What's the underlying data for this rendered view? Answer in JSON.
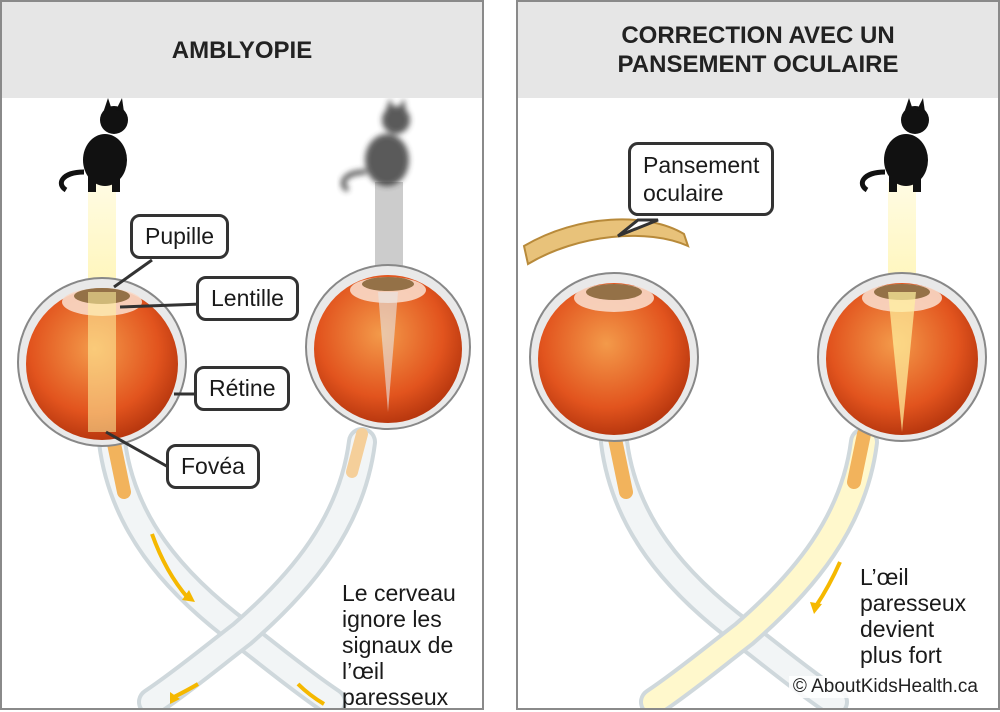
{
  "left_panel": {
    "title": "AMBLYOPIE",
    "labels": {
      "pupil": "Pupille",
      "lens": "Lentille",
      "retina": "Rétine",
      "fovea": "Fovéa"
    },
    "note": [
      "Le cerveau",
      "ignore les",
      "signaux de",
      "l’œil",
      "paresseux"
    ]
  },
  "right_panel": {
    "title_lines": [
      "CORRECTION AVEC UN",
      "PANSEMENT OCULAIRE"
    ],
    "patch_label": [
      "Pansement",
      "oculaire"
    ],
    "note": [
      "L’œil",
      "paresseux",
      "devient",
      "plus fort"
    ]
  },
  "copyright": "© AboutKidsHealth.ca",
  "colors": {
    "eyeball": "#e2541e",
    "light_beam": "#fff6b0",
    "arrow": "#f5b800",
    "patch": "#e8c27a",
    "header_bg": "#e6e6e6"
  }
}
